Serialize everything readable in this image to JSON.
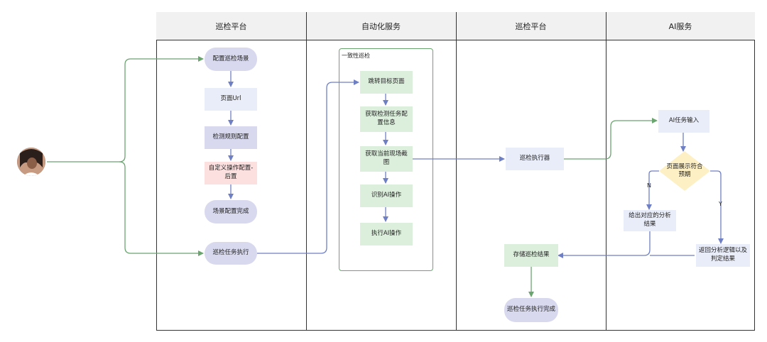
{
  "lanes": [
    "巡检平台",
    "自动化服务",
    "巡检平台",
    "AI服务"
  ],
  "group_label": "一致性巡检",
  "nodes": {
    "config_scene": "配置巡检场景",
    "page_url": "页面Url",
    "detect_rules": "检测规则配置",
    "custom_ops": "自定义操作配置-后置",
    "scene_done": "场景配置完成",
    "run_task": "巡检任务执行",
    "goto_page": "跳转目标页面",
    "get_config": "获取检测任务配置信息",
    "get_screenshot": "获取当前现场截图",
    "recognize_ai": "识别AI操作",
    "execute_ai": "执行AI操作",
    "executor": "巡检执行器",
    "store_result": "存储巡检结果",
    "task_done": "巡检任务执行完成",
    "ai_input": "AI任务输入",
    "decision": "页面展示符合预期",
    "give_analysis": "给出对应的分析结果",
    "return_logic": "返回分析逻辑以及判定结果"
  },
  "edge_labels": {
    "no": "N",
    "yes": "Y"
  },
  "colors": {
    "blue_arrow": "#6f7fc4",
    "green_arrow": "#6aa56f",
    "diamond": "#fdf0c4"
  }
}
